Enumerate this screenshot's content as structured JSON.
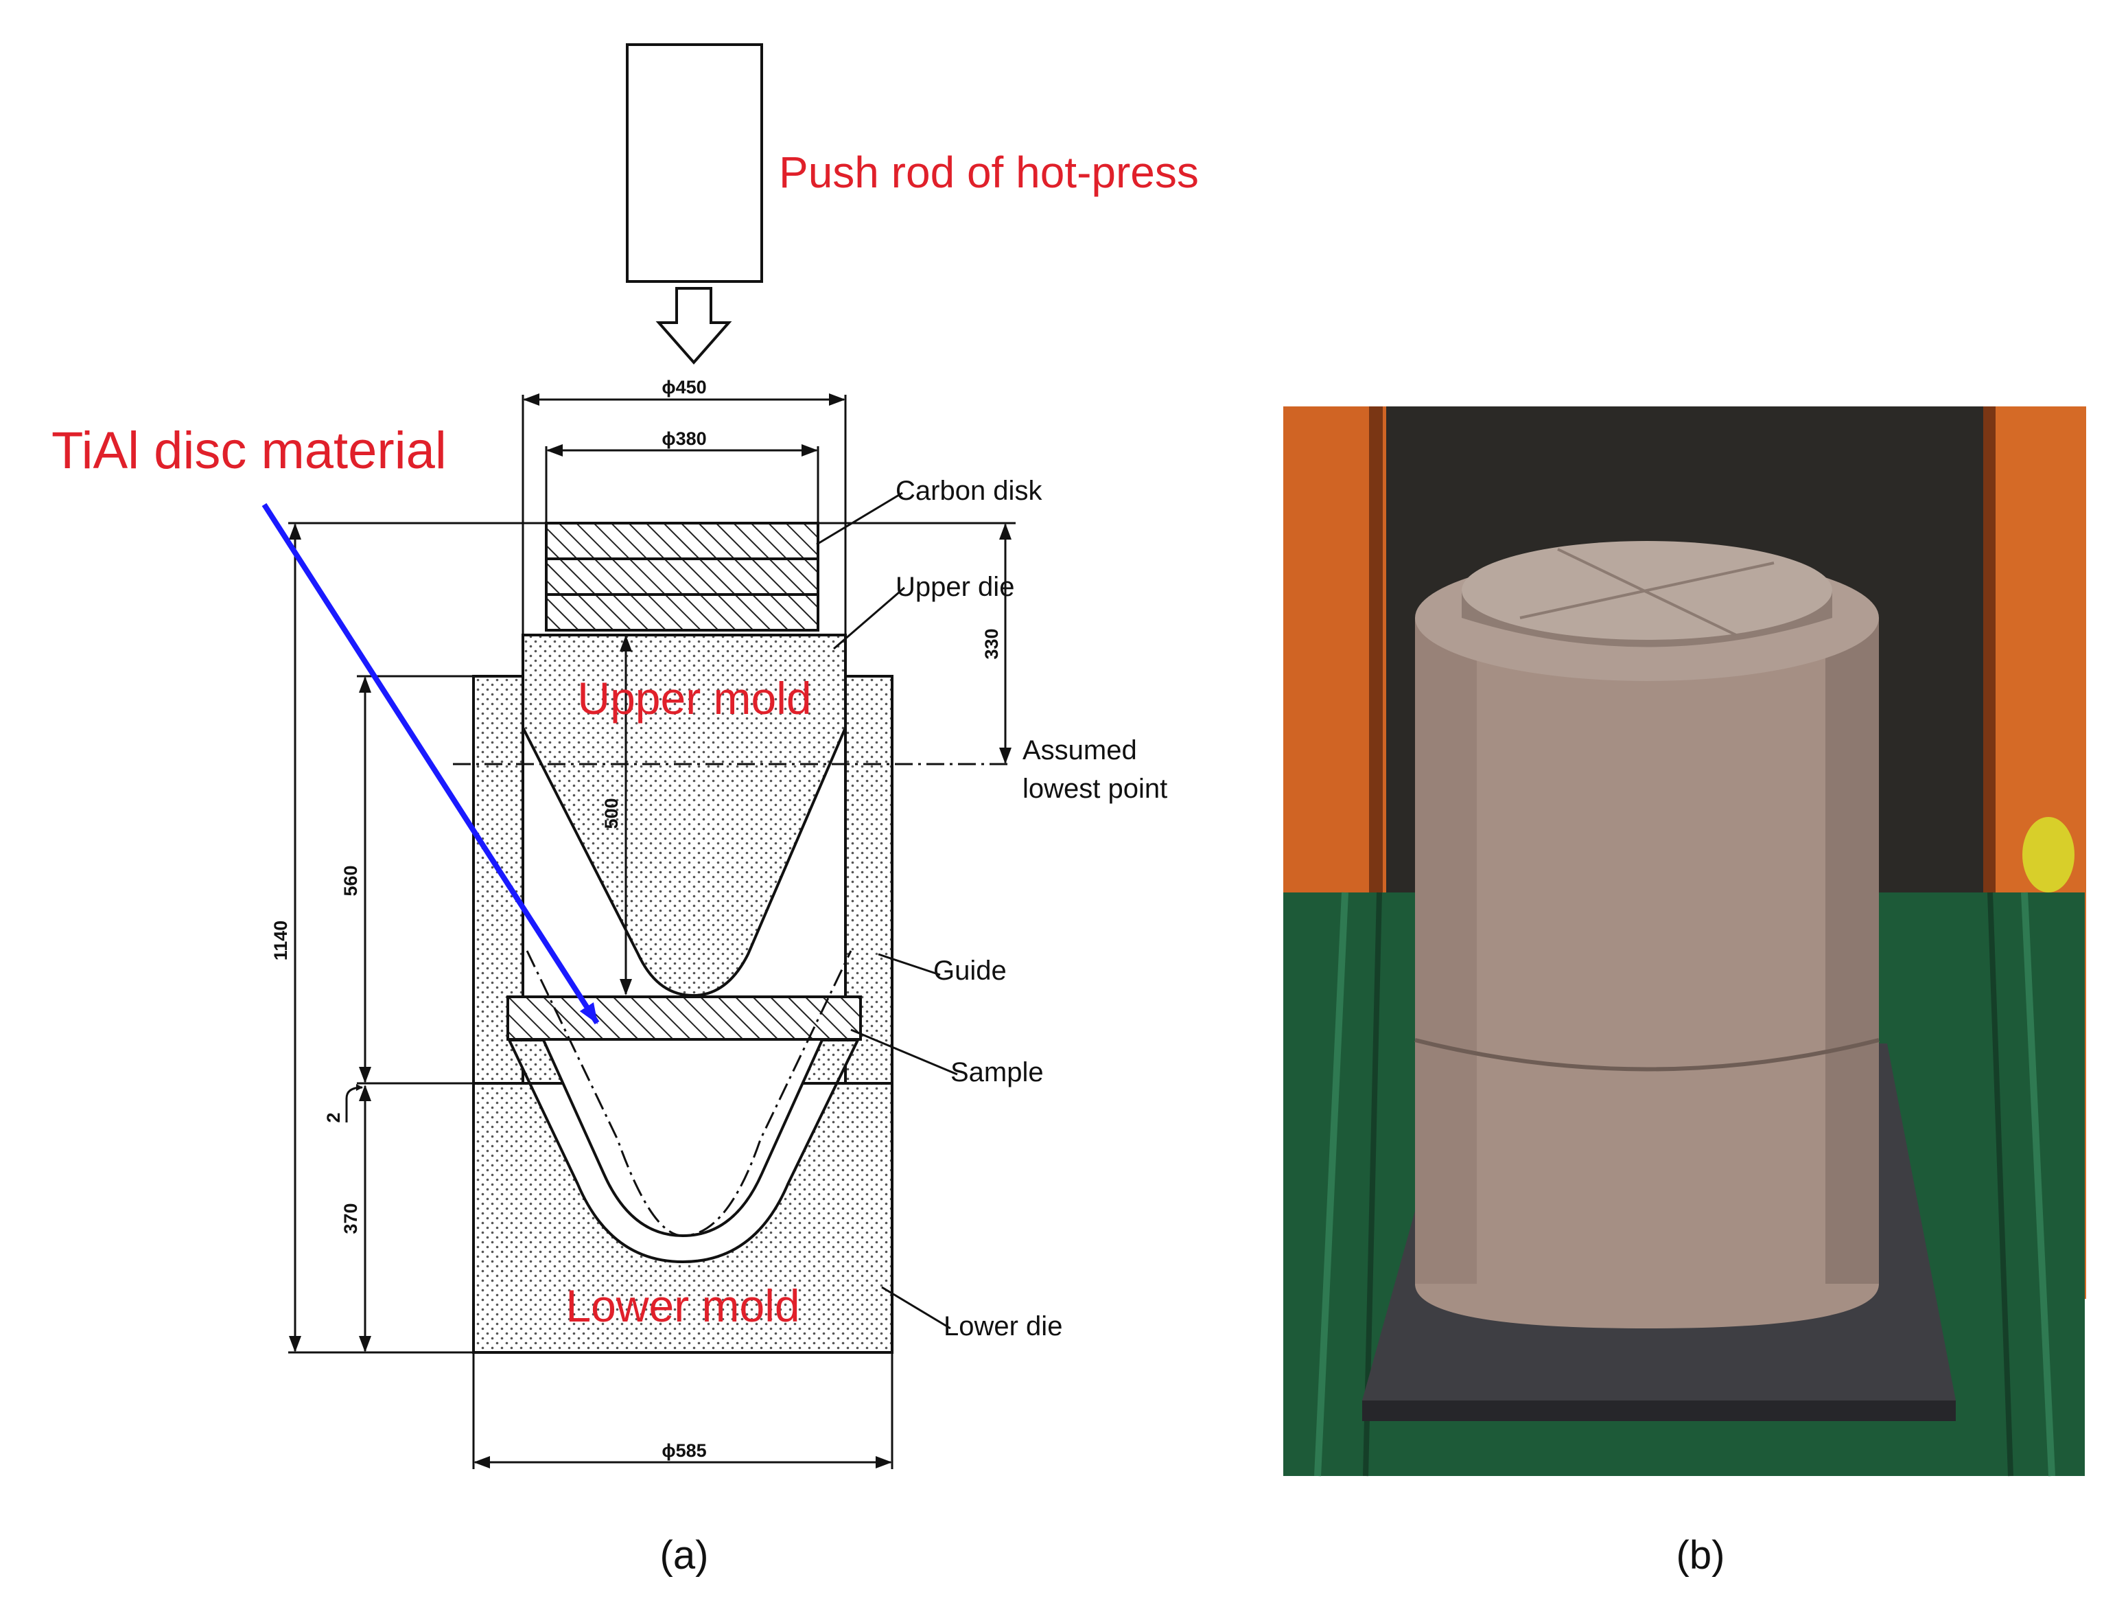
{
  "labels": {
    "push_rod": "Push rod of hot-press",
    "tial": "TiAl disc material",
    "upper_mold": "Upper mold",
    "lower_mold": "Lower mold"
  },
  "callouts": {
    "carbon_disk": "Carbon disk",
    "upper_die": "Upper die",
    "assumed_line1": "Assumed",
    "assumed_line2": "lowest point",
    "guide": "Guide",
    "sample": "Sample",
    "lower_die": "Lower die"
  },
  "dimensions": {
    "d450": "ϕ450",
    "d380": "ϕ380",
    "d585": "ϕ585",
    "h1140": "1140",
    "h560": "560",
    "h2": "2",
    "h370": "370",
    "h330": "330",
    "h500": "500"
  },
  "captions": {
    "a": "(a)",
    "b": "(b)"
  },
  "colors": {
    "label_red": "#e0202a",
    "arrow_blue": "#1a1aff"
  }
}
